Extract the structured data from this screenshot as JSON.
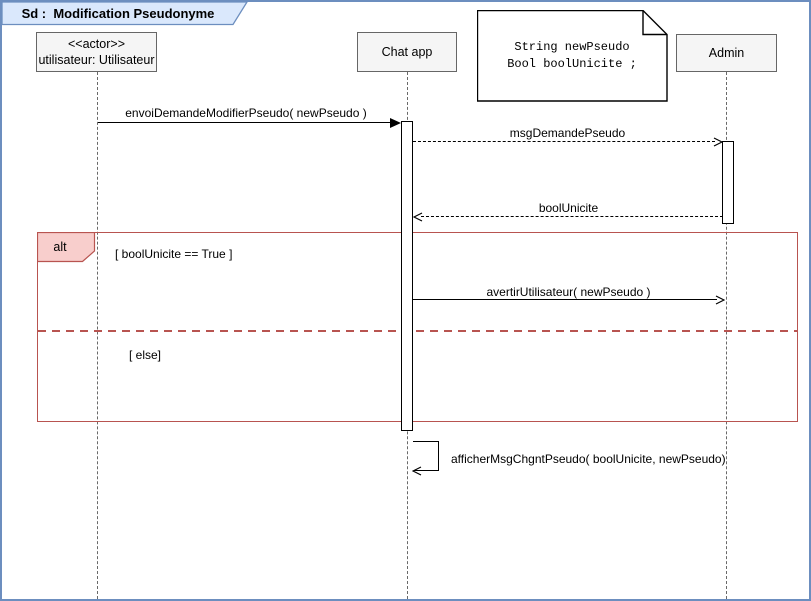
{
  "title": {
    "label": "Sd :  Modification Pseudonyme"
  },
  "participants": [
    {
      "stereotype": "<<actor>>",
      "name": "utilisateur: Utilisateur"
    },
    {
      "name": "Chat app"
    },
    {
      "name": "Admin"
    }
  ],
  "note": {
    "line1": "String newPseudo",
    "line2": "Bool boolUnicite ;"
  },
  "messages": [
    {
      "label": "envoiDemandeModifierPseudo( newPseudo )",
      "from": "utilisateur: Utilisateur",
      "to": "Chat app",
      "style": "solid-filled-arrow"
    },
    {
      "label": "msgDemandePseudo",
      "from": "Chat app",
      "to": "Admin",
      "style": "dashed-open-arrow"
    },
    {
      "label": "boolUnicite",
      "from": "Admin",
      "to": "Chat app",
      "style": "dashed-open-arrow"
    },
    {
      "label": "avertirUtilisateur( newPseudo )",
      "from": "Chat app",
      "to": "Admin",
      "style": "solid-open-arrow"
    },
    {
      "label": "afficherMsgChgntPseudo( boolUnicite, newPseudo)",
      "from": "Chat app",
      "to": "Chat app",
      "style": "self-open-arrow"
    }
  ],
  "alt_frame": {
    "operator": "alt",
    "guards": [
      "[ boolUnicite == True ]",
      "[ else]"
    ]
  },
  "colors": {
    "window_border": "#6c8ebf",
    "title_fill": "#dae8fc",
    "title_border": "#6c8ebf",
    "participant_fill": "#f5f5f5",
    "participant_border": "#666666",
    "frame_accent": "#b85450",
    "frame_label_fill": "#f8cecc",
    "note_fill": "#ffffff",
    "line_color": "#000000"
  }
}
